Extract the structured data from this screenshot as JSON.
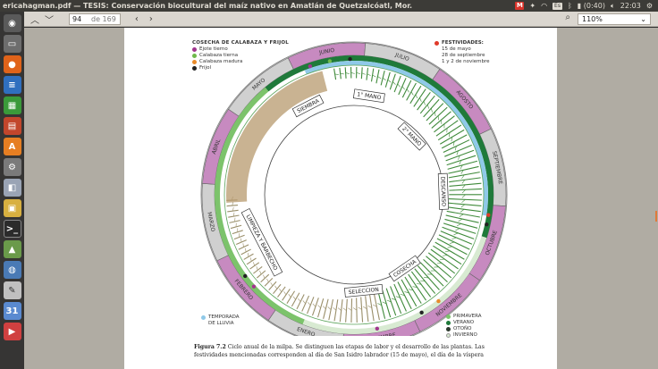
{
  "window": {
    "title": "ericahagman.pdf — TESIS: Conservación biocultural del maíz nativo en Amatlán de Quetzalcóatl, Mor.",
    "tray": {
      "mail_badge": "M",
      "keyboard": "Es",
      "battery": "(0:40)",
      "clock": "22:03"
    }
  },
  "toolbar": {
    "page_current": "94",
    "page_total": "de 169",
    "zoom": "110%"
  },
  "figure": {
    "harvest_legend": {
      "heading": "COSECHA DE CALABAZA Y FRIJOL",
      "items": [
        {
          "label": "Ejote tierno",
          "color": "#a1358e"
        },
        {
          "label": "Calabaza tierna",
          "color": "#6fb94a"
        },
        {
          "label": "Calabaza madura",
          "color": "#e98b2a"
        },
        {
          "label": "Frijol",
          "color": "#222222"
        }
      ]
    },
    "festivities_legend": {
      "heading": "FESTIVIDADES:",
      "color": "#e03a2a",
      "dates": [
        "15 de mayo",
        "28 de septiembre",
        "1 y 2 de noviembre"
      ]
    },
    "rain_legend": {
      "label_1": "TEMPORADA",
      "label_2": "DE LLUVIA",
      "color": "#8fc9e8"
    },
    "season_legend": [
      {
        "label": "PRIMAVERA",
        "color": "#7cc36b"
      },
      {
        "label": "VERANO",
        "color": "#1f7a3a"
      },
      {
        "label": "OTOÑO",
        "color": "#2d3a2e"
      },
      {
        "label": "INVIERNO",
        "color": "#d8ead2"
      }
    ],
    "months": [
      "JUNIO",
      "JULIO",
      "AGOSTO",
      "SEPTIEMBRE",
      "OCTUBRE",
      "NOVIEMBRE",
      "DICIEMBRE",
      "ENERO",
      "FEBRERO",
      "MARZO",
      "ABRIL",
      "MAYO"
    ],
    "stages": [
      "SIEMBRA",
      "1° MANO",
      "2° MANO",
      "DESCANSO",
      "COSECHA",
      "SELECCION",
      "LIMPIEZA Y BARBECHO"
    ],
    "caption_label": "Figura 7.2",
    "caption_text": " Ciclo anual de la milpa. Se distinguen las etapas de labor y el desarrollo de las plantas. Las",
    "caption_text_2": "festividades mencionadas corresponden al día de San Isidro labrador (15 de mayo), el día de la víspera"
  }
}
